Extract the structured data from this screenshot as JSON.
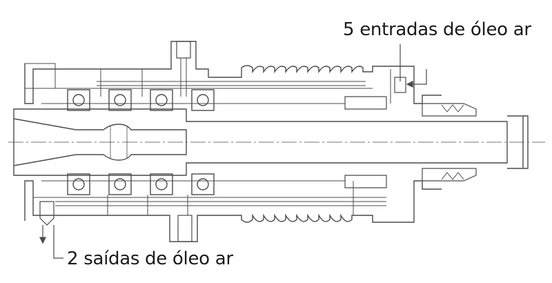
{
  "callouts": {
    "inlets": "5 entradas de óleo ar",
    "outlets": "2 saídas de óleo ar"
  },
  "colors": {
    "line": "#4a4a4a",
    "text": "#1a1a1a",
    "background": "#ffffff"
  },
  "counts": {
    "inlets": 5,
    "outlets": 2
  }
}
